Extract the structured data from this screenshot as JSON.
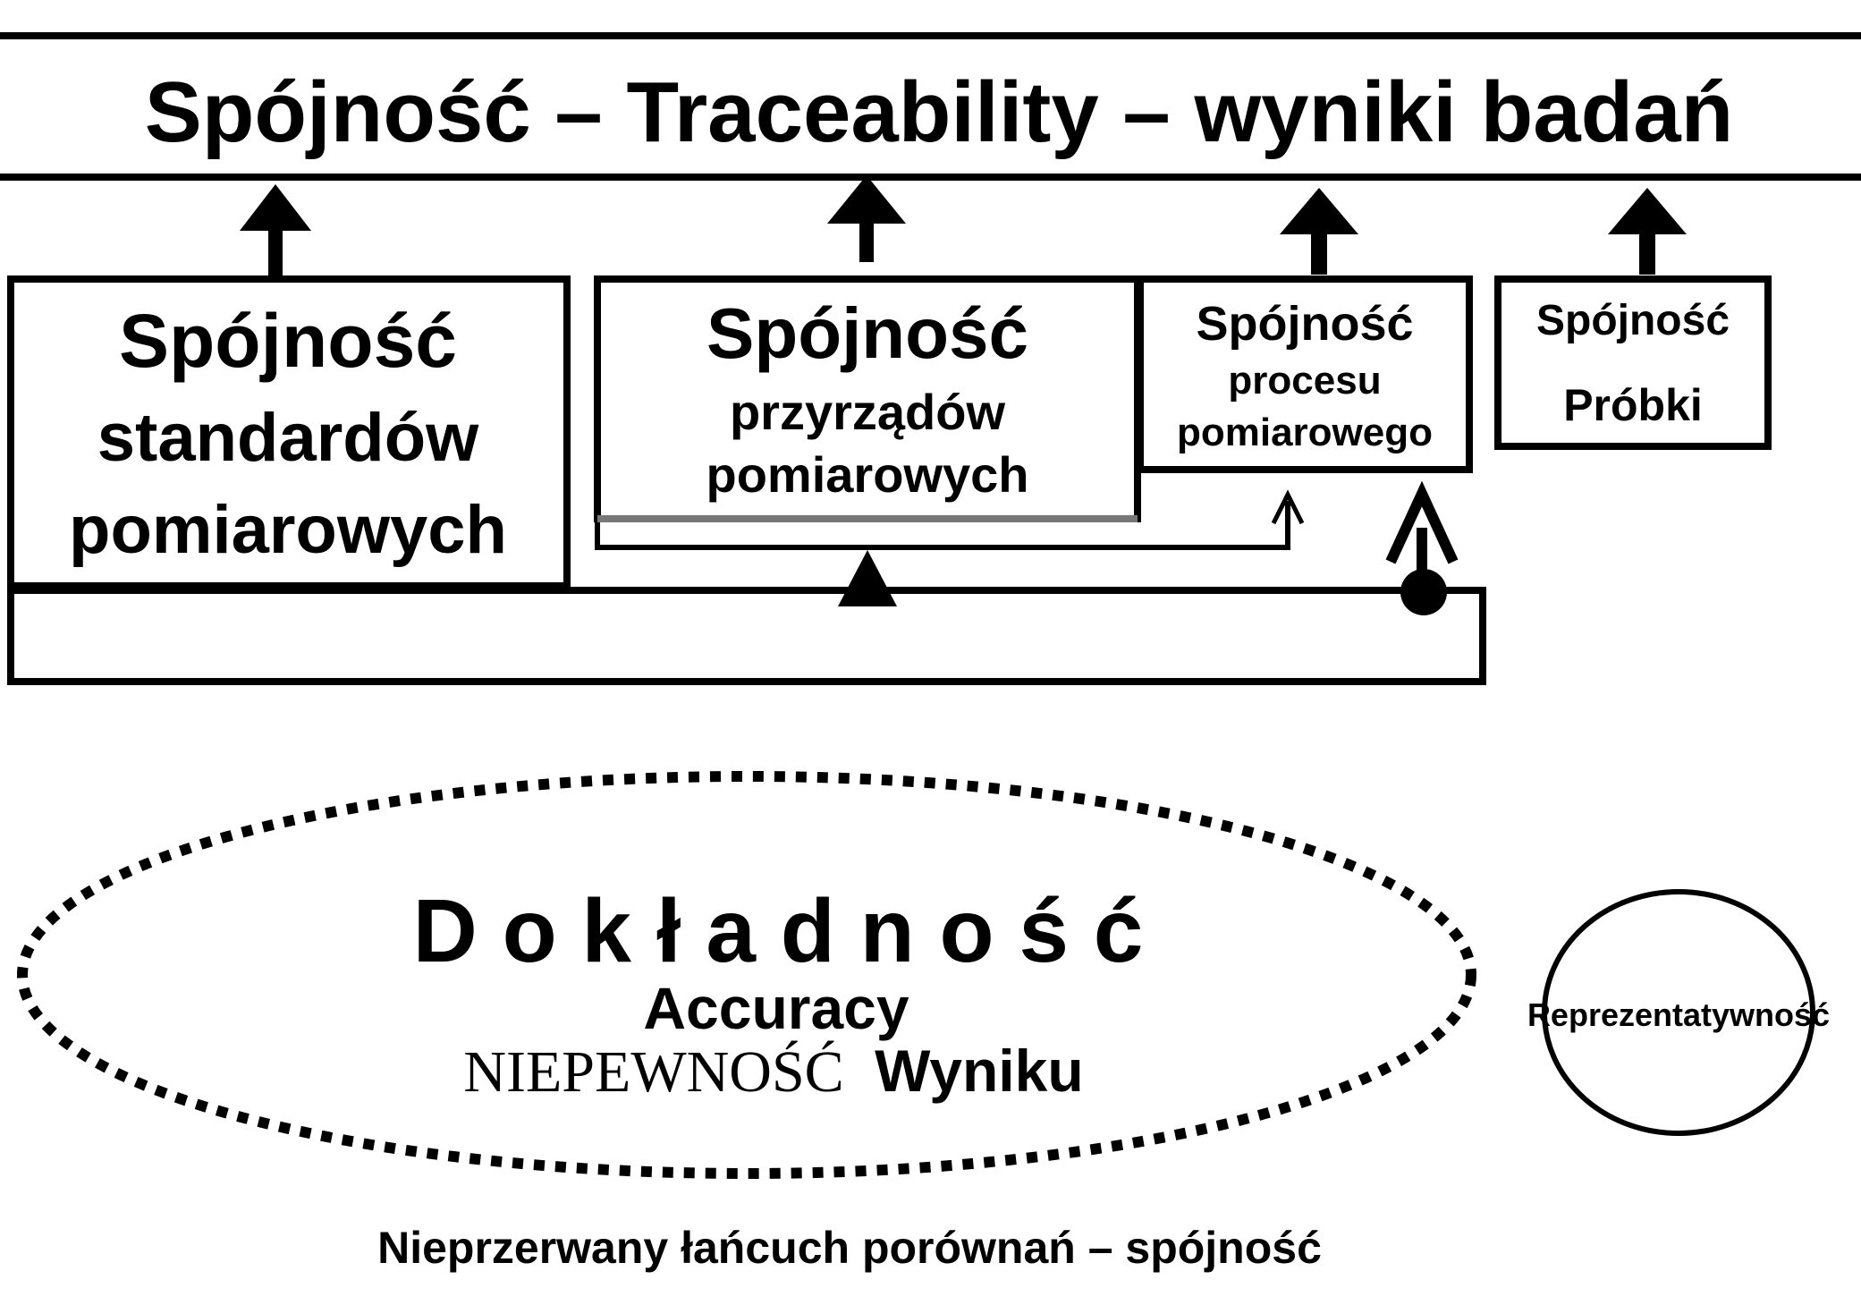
{
  "title": "Spójność – Traceability – wyniki badań",
  "boxes": {
    "standards": {
      "line1": "Spójność",
      "line2": "standardów",
      "line3": "pomiarowych"
    },
    "instruments": {
      "line1": "Spójność",
      "line2": "przyrządów",
      "line3": "pomiarowych"
    },
    "process": {
      "line1": "Spójność",
      "line2": "procesu",
      "line3": "pomiarowego"
    },
    "sample": {
      "line1": "Spójność",
      "line2": "Próbki"
    }
  },
  "accuracy_ellipse": {
    "main": "D o k ł a d n o ś ć",
    "english": "Accuracy",
    "uncertainty_serif": "NIEPEWNOŚĆ",
    "uncertainty_sans": "Wyniku"
  },
  "representativeness_circle": {
    "label": "Reprezentatywność"
  },
  "footer": "Nieprzerwany łańcuch porównań – spójność"
}
